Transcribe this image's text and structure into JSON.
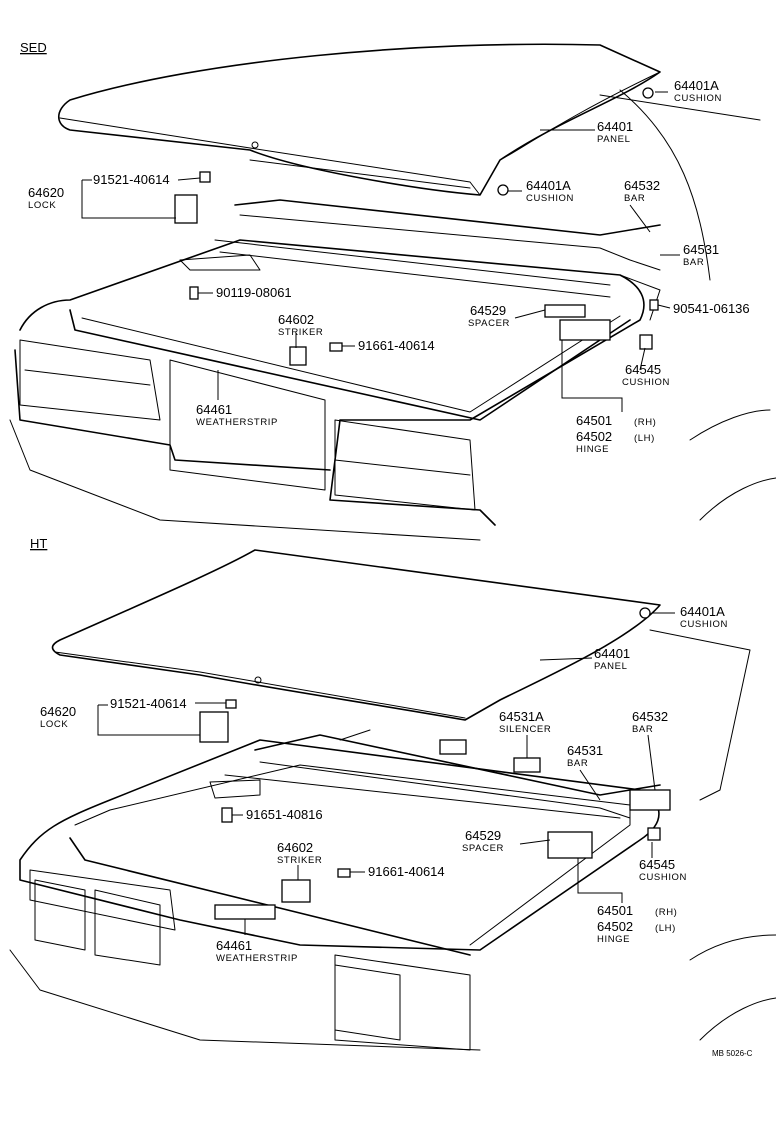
{
  "sections": {
    "sed": "SED",
    "ht": "HT"
  },
  "sed": {
    "cushion_top": {
      "num": "64401A",
      "name": "CUSHION"
    },
    "panel": {
      "num": "64401",
      "name": "PANEL"
    },
    "cushion_mid": {
      "num": "64401A",
      "name": "CUSHION"
    },
    "bar_64532": {
      "num": "64532",
      "name": "BAR"
    },
    "bar_64531": {
      "num": "64531",
      "name": "BAR"
    },
    "bolt_90541": {
      "num": "90541-06136"
    },
    "spacer": {
      "num": "64529",
      "name": "SPACER"
    },
    "cushion_64545": {
      "num": "64545",
      "name": "CUSHION"
    },
    "hinge_rh": {
      "num": "64501",
      "side": "(RH)"
    },
    "hinge_lh": {
      "num": "64502",
      "side": "(LH)"
    },
    "hinge_name": "HINGE",
    "lock": {
      "num": "64620",
      "name": "LOCK"
    },
    "bolt_91521": {
      "num": "91521-40614"
    },
    "bolt_90119": {
      "num": "90119-08061"
    },
    "striker": {
      "num": "64602",
      "name": "STRIKER"
    },
    "bolt_91661": {
      "num": "91661-40614"
    },
    "weatherstrip": {
      "num": "64461",
      "name": "WEATHERSTRIP"
    }
  },
  "ht": {
    "cushion_top": {
      "num": "64401A",
      "name": "CUSHION"
    },
    "panel": {
      "num": "64401",
      "name": "PANEL"
    },
    "lock": {
      "num": "64620",
      "name": "LOCK"
    },
    "bolt_91521": {
      "num": "91521-40614"
    },
    "silencer": {
      "num": "64531A",
      "name": "SILENCER"
    },
    "bar_64532": {
      "num": "64532",
      "name": "BAR"
    },
    "bar_64531": {
      "num": "64531",
      "name": "BAR"
    },
    "bolt_91651": {
      "num": "91651-40816"
    },
    "spacer": {
      "num": "64529",
      "name": "SPACER"
    },
    "cushion_64545": {
      "num": "64545",
      "name": "CUSHION"
    },
    "striker": {
      "num": "64602",
      "name": "STRIKER"
    },
    "bolt_91661": {
      "num": "91661-40614"
    },
    "hinge_rh": {
      "num": "64501",
      "side": "(RH)"
    },
    "hinge_lh": {
      "num": "64502",
      "side": "(LH)"
    },
    "hinge_name": "HINGE",
    "weatherstrip": {
      "num": "64461",
      "name": "WEATHERSTRIP"
    }
  },
  "footer_code": "MB 5026-C"
}
